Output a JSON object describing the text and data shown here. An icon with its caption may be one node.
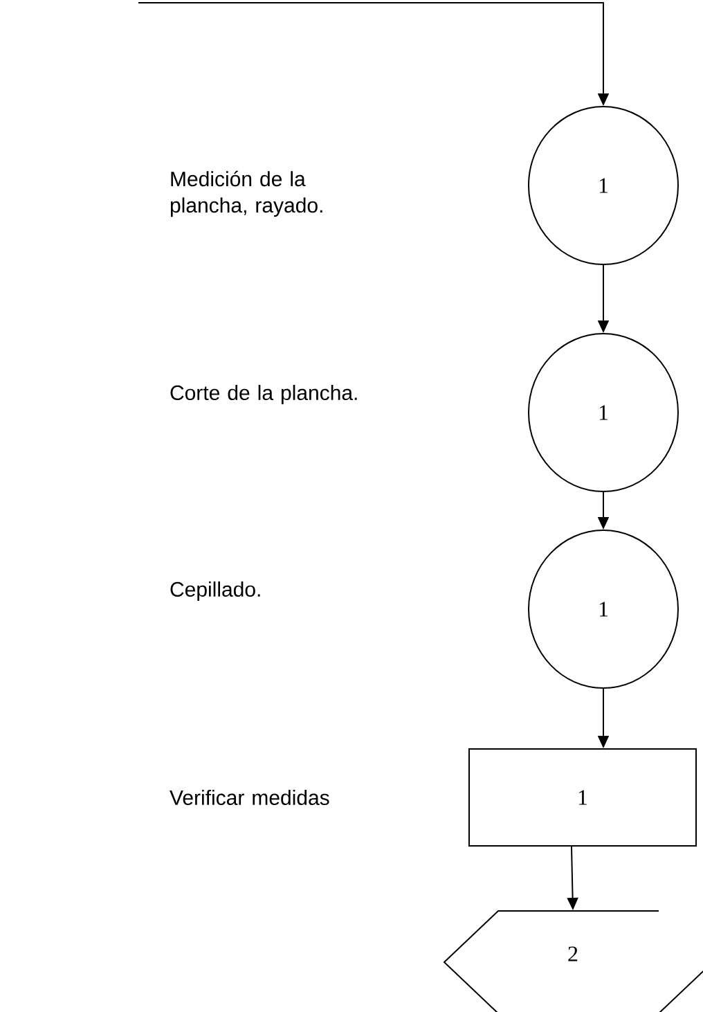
{
  "diagram": {
    "nodes": [
      {
        "text": [
          "1"
        ]
      },
      {
        "text": [
          "1"
        ]
      },
      {
        "text": [
          "1"
        ]
      },
      {
        "text": [
          "1"
        ]
      },
      {
        "text": [
          "2"
        ]
      }
    ],
    "edges": [
      {
        "from": null,
        "to": 0,
        "arrow": "to"
      },
      {
        "from": 0,
        "to": 1,
        "arrow": "to"
      },
      {
        "from": 1,
        "to": 2,
        "arrow": "to"
      },
      {
        "from": 2,
        "to": 3,
        "arrow": "to"
      },
      {
        "from": 3,
        "to": 4,
        "arrow": "to"
      }
    ],
    "labels": [
      "Medición de la plancha, rayado.",
      "Corte de la plancha.",
      "Cepillado.",
      "Verificar medidas"
    ]
  }
}
